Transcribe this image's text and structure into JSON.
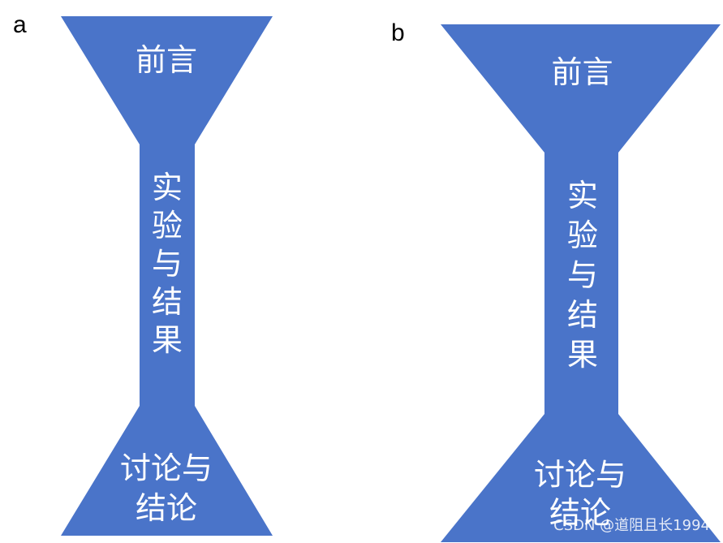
{
  "colors": {
    "shape_fill": "#4A74C9",
    "text": "#ffffff",
    "label": "#000000"
  },
  "panels": [
    {
      "label": "a",
      "top_text": "前言",
      "middle_chars": [
        "实",
        "验",
        "与",
        "结",
        "果"
      ],
      "bottom_line1": "讨论与",
      "bottom_line2": "结论"
    },
    {
      "label": "b",
      "top_text": "前言",
      "middle_chars": [
        "实",
        "验",
        "与",
        "结",
        "果"
      ],
      "bottom_line1": "讨论与",
      "bottom_line2": "结论"
    }
  ],
  "watermark": "CSDN @道阻且长1994"
}
